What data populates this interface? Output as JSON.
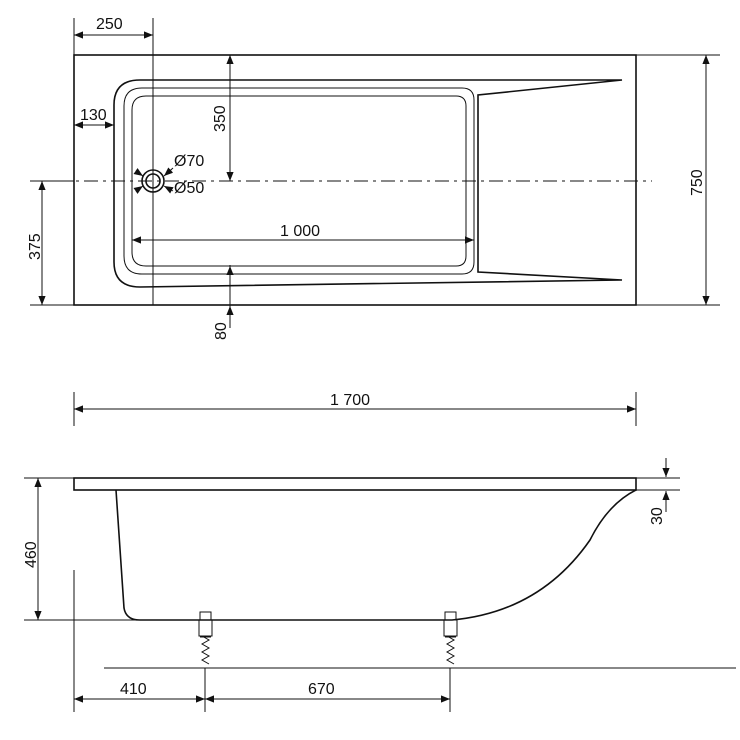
{
  "drawing": {
    "top_view": {
      "dim_250": "250",
      "dim_130": "130",
      "dim_350": "350",
      "dim_diam70": "Ø70",
      "dim_diam50": "Ø50",
      "dim_1000": "1 000",
      "dim_375": "375",
      "dim_80": "80",
      "dim_750": "750"
    },
    "overall": {
      "dim_1700": "1 700"
    },
    "side_view": {
      "dim_460": "460",
      "dim_30": "30",
      "dim_410": "410",
      "dim_670": "670"
    }
  }
}
